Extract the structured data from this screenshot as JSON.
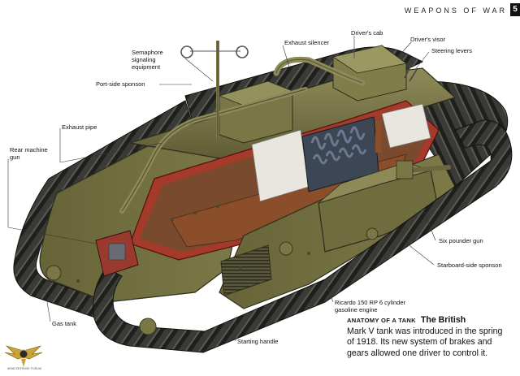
{
  "header": {
    "section_title": "WEAPONS OF WAR",
    "page_number": "5"
  },
  "labels": {
    "semaphore": "Semaphore signaling equipment",
    "semaphore_1": "Semaphore",
    "semaphore_2": "signaling",
    "semaphore_3": "equipment",
    "exhaust_silencer": "Exhaust silencer",
    "drivers_cab": "Driver's cab",
    "drivers_visor": "Driver's visor",
    "steering_levers": "Steering levers",
    "port_side_sponson": "Port-side sponson",
    "exhaust_pipe": "Exhaust pipe",
    "rear_gun_1": "Rear machine",
    "rear_gun_2": "gun",
    "six_pounder": "Six pounder gun",
    "starboard": "Starboard-side sponson",
    "engine_1": "Ricardo 150 RP 6 cylinder",
    "engine_2": "gasoline engine",
    "gas_tank": "Gas tank",
    "starting_handle": "Starting handle"
  },
  "caption": {
    "title": "ANATOMY OF A TANK",
    "heading": "The British",
    "line2": "Mark V tank was introduced in the spring",
    "line3": "of 1918. Its new system of brakes and",
    "line4": "gears allowed one driver to control it."
  },
  "watermark": {
    "text": "ARAB DEFENSE FORUM"
  },
  "colors": {
    "hull": "#6e6b3f",
    "hull_light": "#8c8855",
    "hull_dark": "#4a482a",
    "track": "#3a3a36",
    "interior_red": "#b0282a",
    "engine": "#3c4654",
    "wood": "#8a4e2a"
  }
}
